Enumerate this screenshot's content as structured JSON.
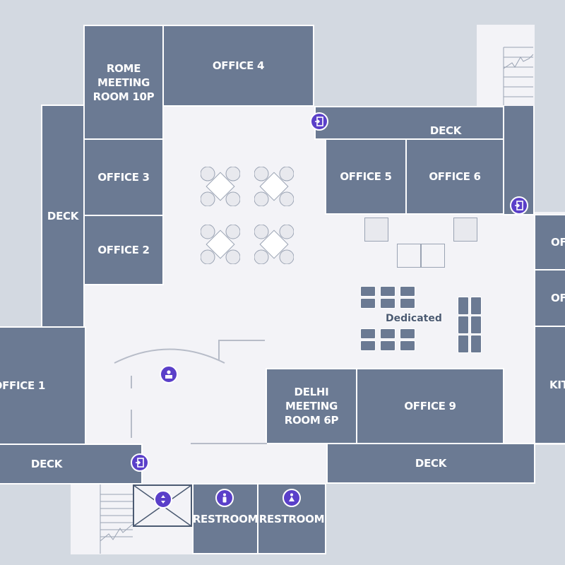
{
  "rooms": {
    "rome": "ROME MEETING\nROOM 10P",
    "office4": "OFFICE 4",
    "office3": "OFFICE 3",
    "office2": "OFFICE 2",
    "office5": "OFFICE 5",
    "office6": "OFFICE 6",
    "deck_left": "DECK",
    "deck_top": "DECK",
    "deck_bottom_left": "DECK",
    "deck_bottom_right": "DECK",
    "office1": "OFFICE 1",
    "delhi": "DELHI MEETING\nROOM 6P",
    "office9": "OFFICE 9",
    "restroom_1": "RESTROOM",
    "restroom_2": "RESTROOM",
    "right_1": "OF",
    "right_2": "OF",
    "right_kitchen": "KIT"
  },
  "zones": {
    "dedicated": "Dedicated"
  },
  "icons": {
    "exit_doors": [
      "exit-door-icon",
      "exit-door-icon",
      "exit-door-icon"
    ],
    "reception": "reception-desk-icon",
    "elevator": "elevator-icon",
    "restrooms": [
      "restroom-male-icon",
      "restroom-female-icon"
    ]
  },
  "colors": {
    "room_fill": "#6b7a93",
    "floor": "#f3f3f7",
    "background": "#d3d9e1",
    "marker": "#5a3fc9"
  }
}
